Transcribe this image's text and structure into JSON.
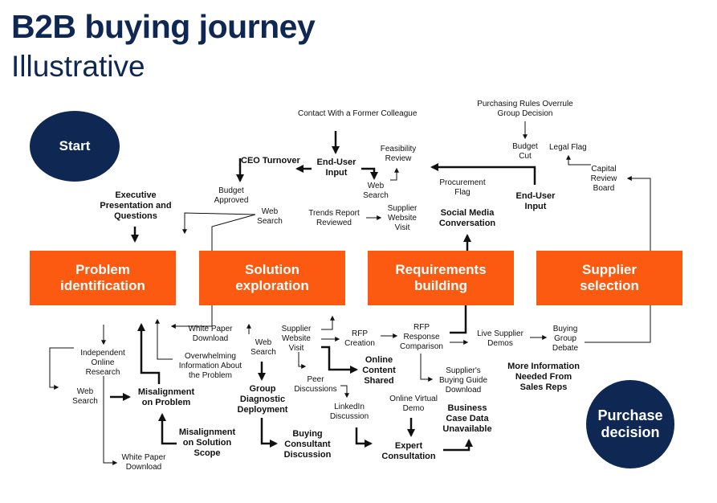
{
  "title": "B2B buying journey",
  "subtitle": "Illustrative",
  "start": "Start",
  "end": "Purchase decision",
  "stages": [
    "Problem identification",
    "Solution exploration",
    "Requirements building",
    "Supplier selection"
  ],
  "top": {
    "contact": "Contact With a Former Colleague",
    "ceo": "CEO Turnover",
    "end_user_input_1": "End-User Input",
    "feasibility": "Feasibility Review",
    "budget_approved": "Budget Approved",
    "web_search_top_mid": "Web Search",
    "exec_presentation": "Executive Presentation and Questions",
    "web_search_top_left": "Web Search",
    "trends_report": "Trends Report Reviewed",
    "supplier_visit_top": "Supplier Website Visit",
    "purchasing_rules": "Purchasing Rules Overrule Group Decision",
    "budget_cut": "Budget Cut",
    "legal_flag": "Legal Flag",
    "capital_review": "Capital Review Board",
    "procurement_flag": "Procurement Flag",
    "end_user_input_2": "End-User Input",
    "social_media": "Social Media Conversation"
  },
  "bottom": {
    "independent_research": "Independent Online Research",
    "web_search_left": "Web Search",
    "white_paper_left": "White Paper Download",
    "misalignment_problem": "Misalignment on Problem",
    "misalignment_scope": "Misalignment on Solution Scope",
    "white_paper_mid": "White Paper Download",
    "overwhelming": "Overwhelming Information About the Problem",
    "web_search_mid": "Web Search",
    "group_diagnostic": "Group Diagnostic Deployment",
    "buying_consultant": "Buying Consultant Discussion",
    "supplier_visit_bottom": "Supplier Website Visit",
    "peer_discussions": "Peer Discussions",
    "online_content": "Online Content Shared",
    "linkedin": "LinkedIn Discussion",
    "expert_consultation": "Expert Consultation",
    "rfp_creation": "RFP Creation",
    "rfp_response": "RFP Response Comparison",
    "suppliers_guide": "Supplier's Buying Guide Download",
    "online_demo": "Online Virtual Demo",
    "business_case": "Business Case Data Unavailable",
    "live_demos": "Live Supplier Demos",
    "group_debate": "Buying Group Debate",
    "more_info": "More Information Needed From Sales Reps"
  },
  "colors": {
    "navy": "#0e2753",
    "orange": "#fb5a10"
  }
}
